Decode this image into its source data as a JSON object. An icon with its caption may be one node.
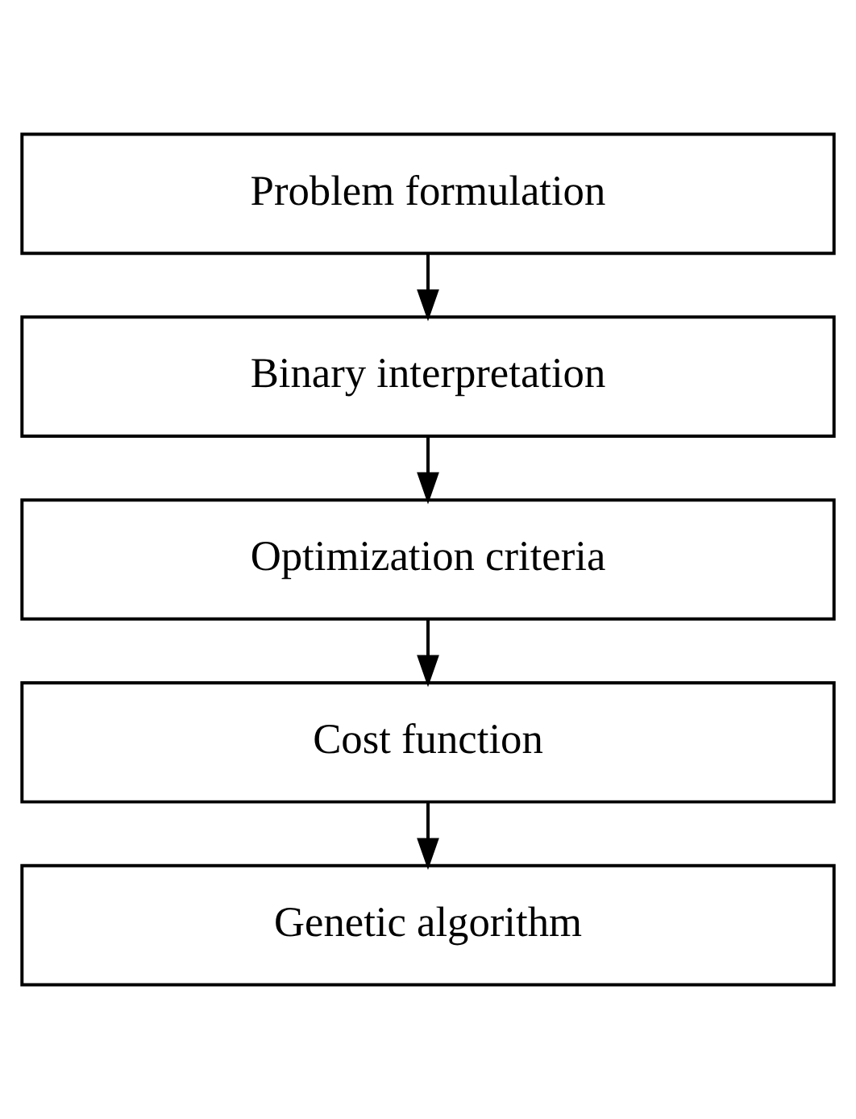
{
  "diagram": {
    "nodes": [
      {
        "text": [
          "Problem formulation"
        ]
      },
      {
        "text": [
          "Binary interpretation"
        ]
      },
      {
        "text": [
          "Optimization criteria"
        ]
      },
      {
        "text": [
          "Cost function"
        ]
      },
      {
        "text": [
          "Genetic algorithm"
        ]
      }
    ],
    "edges": [
      {
        "from": 0,
        "to": 1,
        "arrow": "to"
      },
      {
        "from": 1,
        "to": 2,
        "arrow": "to"
      },
      {
        "from": 2,
        "to": 3,
        "arrow": "to"
      },
      {
        "from": 3,
        "to": 4,
        "arrow": "to"
      }
    ]
  }
}
